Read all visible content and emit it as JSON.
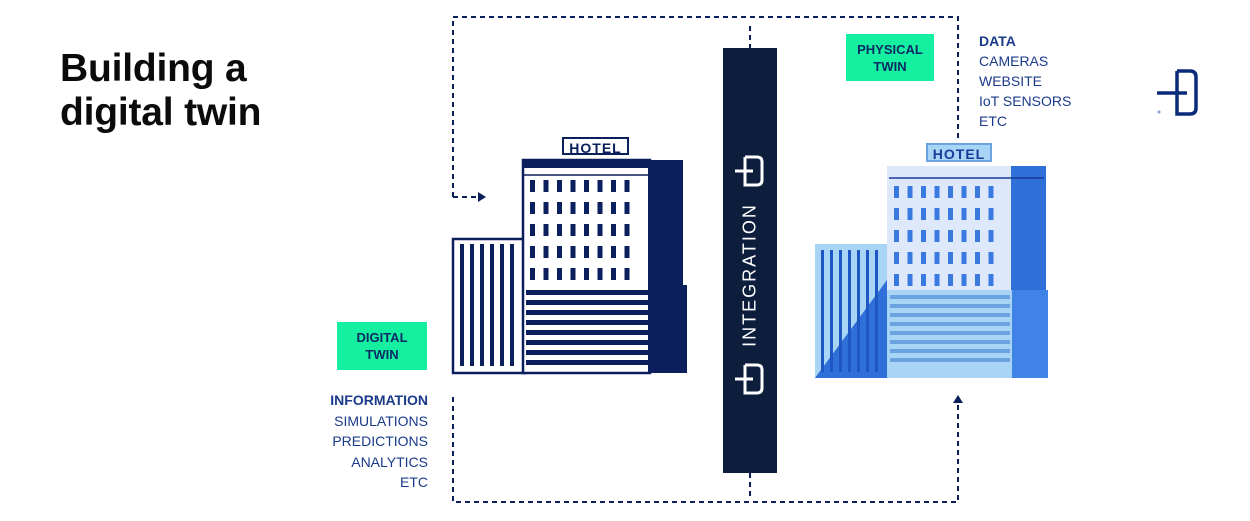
{
  "title": {
    "line1": "Building a",
    "line2": "digital twin"
  },
  "digital_twin_tag": {
    "line1": "DIGITAL",
    "line2": "TWIN"
  },
  "physical_twin_tag": {
    "line1": "PHYSICAL",
    "line2": "TWIN"
  },
  "information": {
    "heading": "INFORMATION",
    "items": [
      "SIMULATIONS",
      "PREDICTIONS",
      "ANALYTICS",
      "ETC"
    ]
  },
  "data": {
    "heading": "DATA",
    "items": [
      "CAMERAS",
      "WEBSITE",
      "IoT SENSORS",
      "ETC"
    ]
  },
  "integration_label": "INTEGRATION",
  "hotel_sign_digital": "HOTEL",
  "hotel_sign_physical": "HOTEL",
  "icons": [
    "logo-icon",
    "integration-logo-icon-top",
    "integration-logo-icon-bottom"
  ],
  "colors": {
    "navy": "#0a1f5c",
    "integration_bar": "#0d1e3d",
    "tag_green": "#14f0a0",
    "physical_blue": "#2e6fd8",
    "physical_light": "#a8d4f5"
  }
}
